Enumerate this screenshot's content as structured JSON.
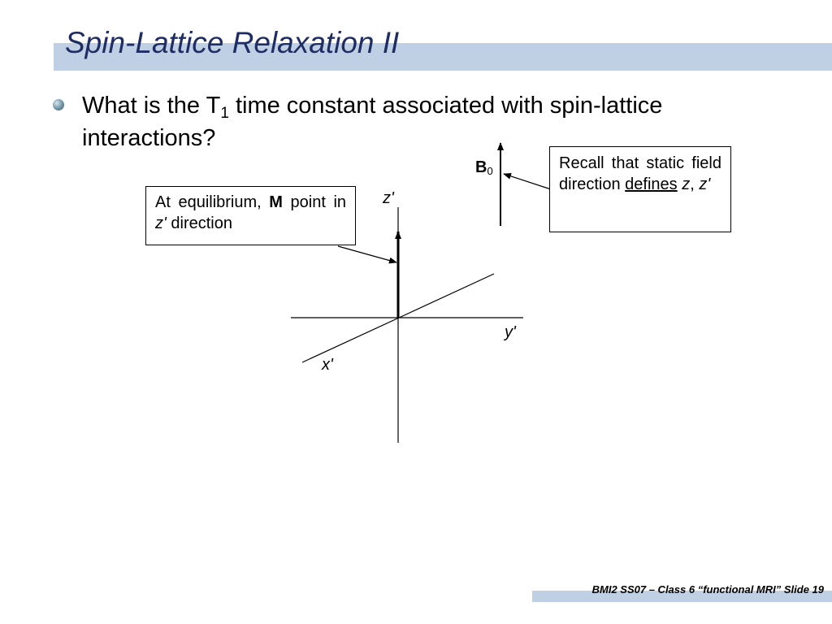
{
  "slide": {
    "title": "Spin-Lattice Relaxation II",
    "bullet": {
      "part1": "What is the T",
      "sub": "1",
      "part2": " time constant associated with spin-lattice interactions?"
    },
    "diagram": {
      "axes": {
        "z": "z",
        "y": "y",
        "x": "x",
        "prime": "'"
      },
      "b0": {
        "symbol": "B",
        "sub": "0"
      },
      "callout_left": {
        "text1": "At equilibrium, ",
        "bold": "M",
        "text2": " point in ",
        "z": "z",
        "prime": "'",
        "text3": " direction"
      },
      "callout_right": {
        "text1": "Recall that static field direction ",
        "underlined": "defines",
        "text2": " ",
        "z": "z",
        "sep": ", ",
        "z2": "z",
        "prime": "'"
      }
    },
    "footer": "BMI2 SS07 – Class 6 “functional MRI” Slide 19",
    "colors": {
      "title": "#1e2d63",
      "title_bar": "#c0d0e4",
      "footer_bar": "#c0d0e4"
    }
  }
}
